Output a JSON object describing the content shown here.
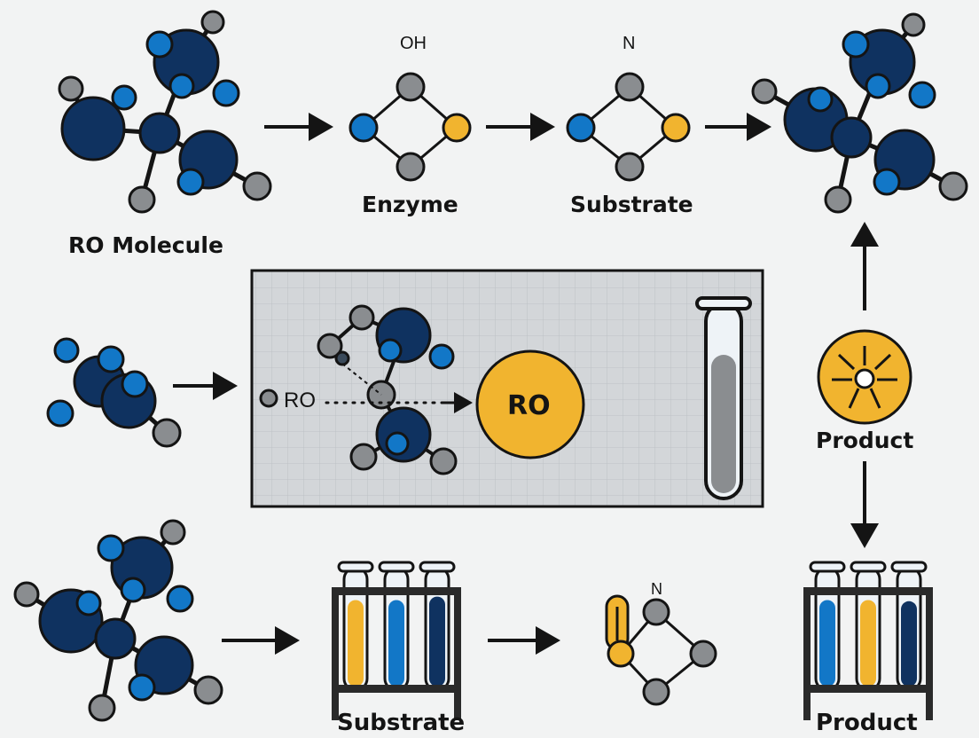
{
  "labels": {
    "ro_molecule": "RO Molecule",
    "enzyme": "Enzyme",
    "substrate_top": "Substrate",
    "product_right": "Product",
    "substrate_bottom": "Substrate",
    "product_bottom": "Product"
  },
  "atoms": {
    "oh": "OH",
    "n_top": "N",
    "n_bottom": "N",
    "ro_small": "RO",
    "ro_circle": "RO"
  },
  "colors": {
    "navy": "#0f3260",
    "blue": "#1277c7",
    "gray": "#8a8d90",
    "yellow": "#f1b42f",
    "panel": "#d3d6d9",
    "ink": "#141414",
    "background": "#f2f3f3"
  },
  "icons": {
    "arrow": "arrow-icon",
    "test_tube": "test-tube-icon",
    "test_tube_rack": "test-tube-rack-icon",
    "product_badge": "sunburst-icon"
  },
  "test_tubes": {
    "panel_tube_fill": 0.75,
    "substrate_rack": [
      {
        "color": "#f1b42f",
        "fill": 0.75
      },
      {
        "color": "#1277c7",
        "fill": 0.75
      },
      {
        "color": "#0f3260",
        "fill": 0.78
      }
    ],
    "product_rack": [
      {
        "color": "#1277c7",
        "fill": 0.75
      },
      {
        "color": "#f1b42f",
        "fill": 0.75
      },
      {
        "color": "#0f3260",
        "fill": 0.74
      }
    ]
  }
}
